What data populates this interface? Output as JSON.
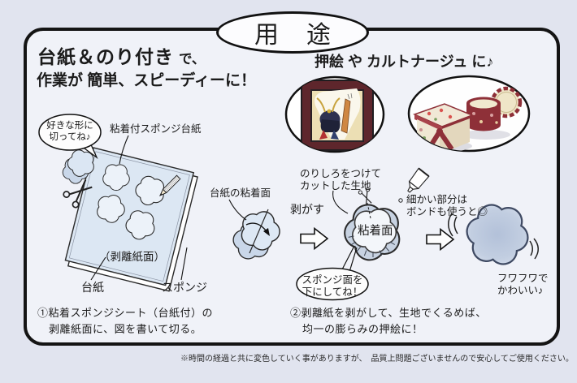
{
  "title": "用　途",
  "headline_left": {
    "big": "台紙＆のり付き",
    "small": "で、",
    "line2": "作業が 簡単、スピーディーに！"
  },
  "headline_right": "押絵 や カルトナージュ に♪",
  "sheet_diagram": {
    "bubble_line1": "好きな形に",
    "bubble_line2": "切ってね♪",
    "label_top": "粘着付スポンジ台紙",
    "label_surface": "（剥離紙面）",
    "label_board": "台紙",
    "label_sponge": "スポンジ"
  },
  "peel_diagram": {
    "label_face": "台紙の粘着面",
    "label_peel": "剥がす"
  },
  "wrap_diagram": {
    "label_fabric_line1": "のりしろをつけて",
    "label_fabric_line2": "カットした生地",
    "label_face": "粘着面",
    "bubble_line1": "スポンジ面を",
    "bubble_line2": "下にしてね！",
    "label_bond_line1": "細かい部分は",
    "label_bond_line2": "ボンドも使うと◎"
  },
  "result": {
    "line1": "フワフワで",
    "line2": "かわいい♪"
  },
  "steps": {
    "step1_line1": "①粘着スポンジシート（台紙付）の",
    "step1_line2": "剥離紙面に、図を書いて切る。",
    "step2_line1": "②剥離紙を剥がして、生地でくるめば、",
    "step2_line2": "均一の膨らみの押絵に！"
  },
  "footnote": "※時間の経過と共に変色していく事がありますが、　品質上問題ございませんので安心してご使用ください。",
  "colors": {
    "background": "#e1e4ef",
    "panel": "#f0f2f8",
    "sheet_blue": "#dce7f3",
    "fabric_blue": "#c7d2e1",
    "result_blue": "#b9c6dd",
    "frame_maroon": "#5e262c",
    "box_red": "#8e3038"
  }
}
